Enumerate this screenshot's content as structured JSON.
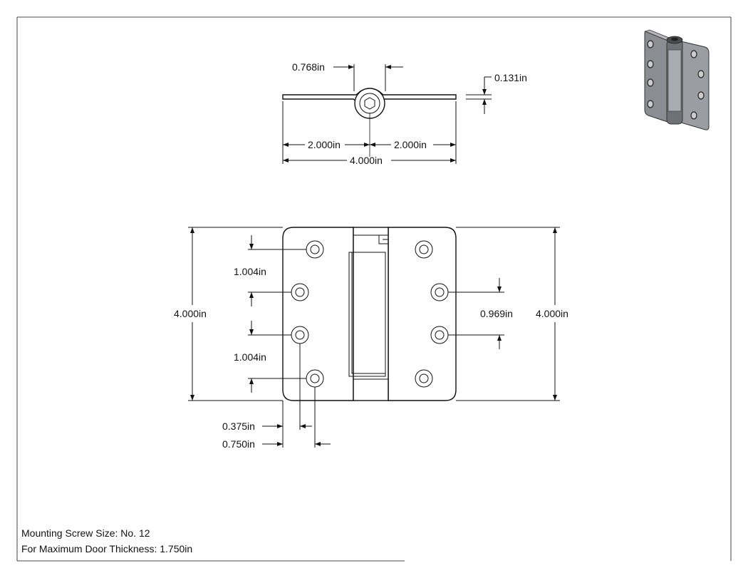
{
  "top_view": {
    "pin_offset_label": "0.768in",
    "thickness_label": "0.131in",
    "left_leaf_label": "2.000in",
    "right_leaf_label": "2.000in",
    "overall_width_label": "4.000in"
  },
  "front_view": {
    "left_height_label": "4.000in",
    "right_height_label": "4.000in",
    "left_hole_spacing_top_label": "1.004in",
    "left_hole_spacing_bottom_label": "1.004in",
    "right_hole_offset_label": "0.969in",
    "edge_to_hole_1_label": "0.375in",
    "edge_to_hole_2_label": "0.750in"
  },
  "notes": {
    "screw_size": "Mounting Screw Size: No. 12",
    "door_thickness": "For Maximum Door Thickness: 1.750in"
  },
  "colors": {
    "line": "#111111",
    "iso_body": "#8a8d92",
    "iso_dark": "#4a4c50"
  }
}
